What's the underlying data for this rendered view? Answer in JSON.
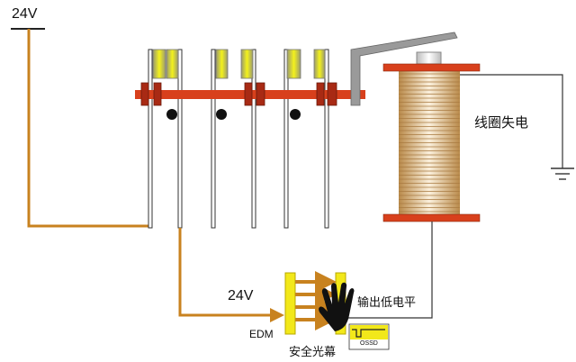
{
  "labels": {
    "supply_top": "24V",
    "coil_state": "线圈失电",
    "supply_edm": "24V",
    "edm": "EDM",
    "light_curtain": "安全光幕",
    "output_low": "输出低电平",
    "ossd": "OSSD"
  },
  "colors": {
    "wire_supply": "#c8821f",
    "bar": "#d8401c",
    "contact": "#f2f020",
    "coil": "#d9b27a",
    "curtain": "#f2e81a"
  }
}
